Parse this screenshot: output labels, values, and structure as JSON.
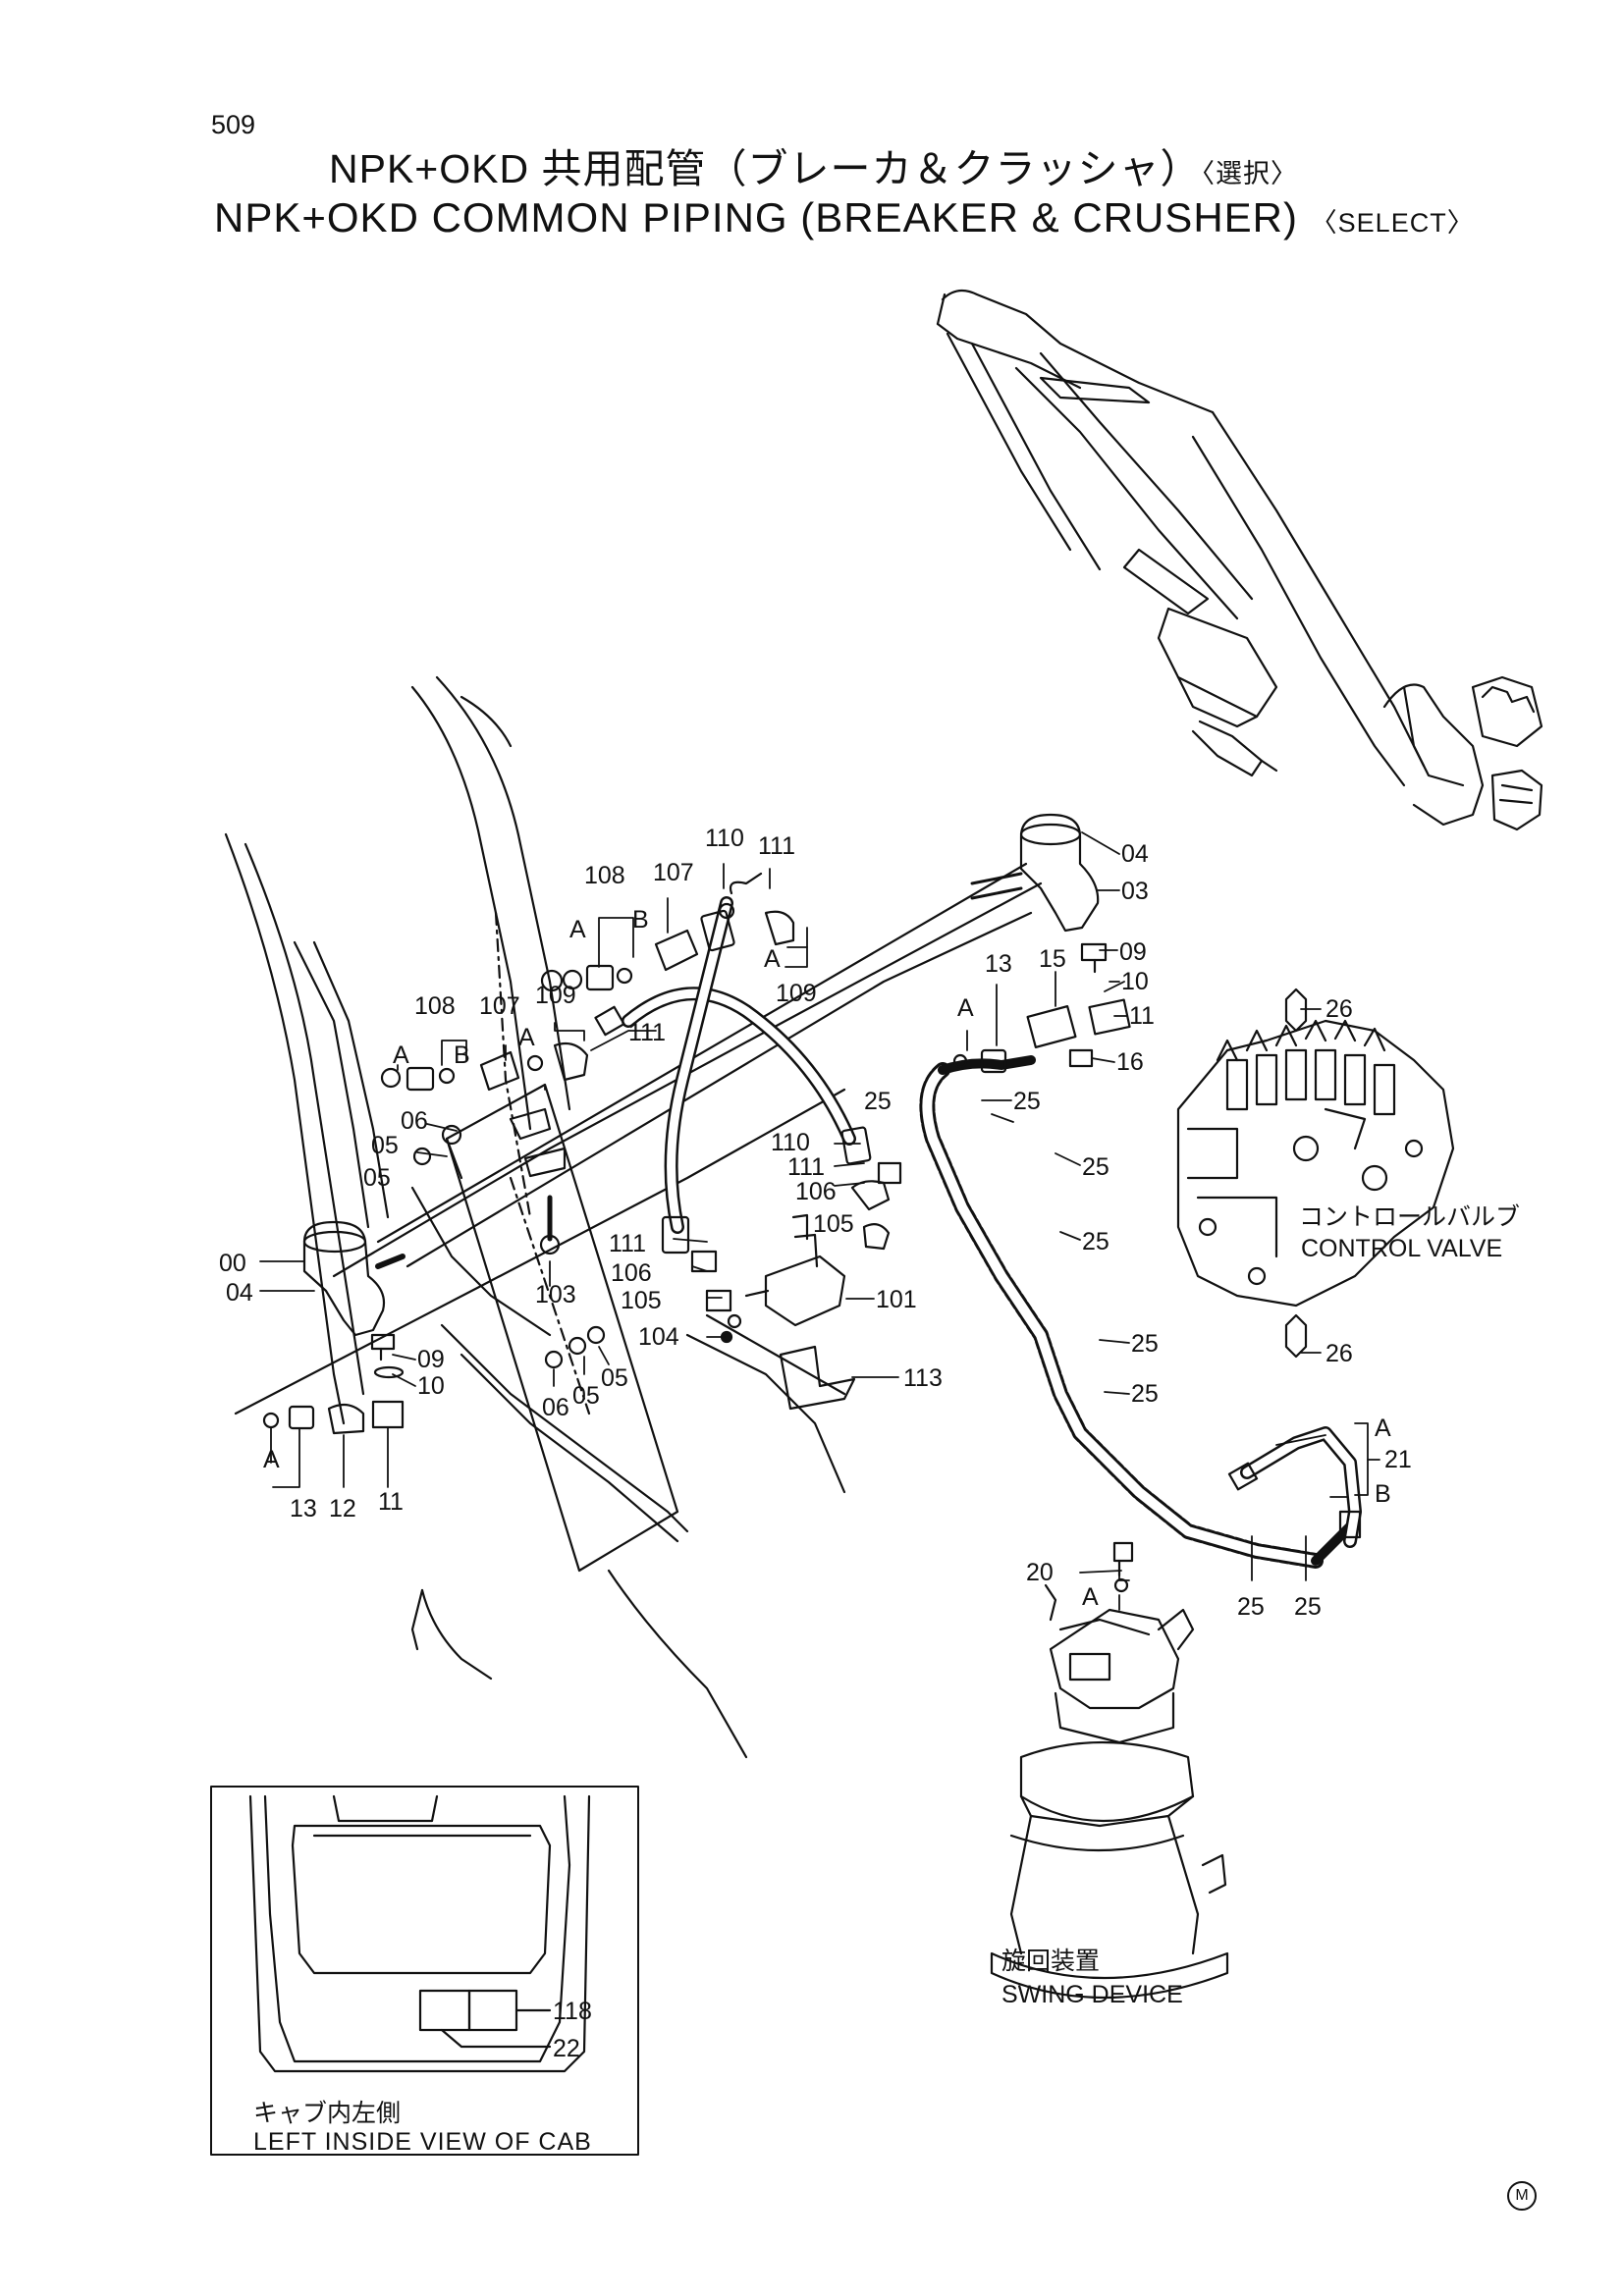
{
  "page": {
    "number": "509"
  },
  "title": {
    "jp_main": "NPK+OKD 共用配管（ブレーカ＆クラッシャ）",
    "jp_select": "〈選択〉",
    "en_main": "NPK+OKD COMMON PIPING (BREAKER & CRUSHER)",
    "en_select": "〈SELECT〉"
  },
  "captions": {
    "control_valve_jp": "コントロールバルブ",
    "control_valve_en": "CONTROL VALVE",
    "swing_device_jp": "旋回装置",
    "swing_device_en": "SWING DEVICE",
    "cab_jp": "キャブ内左側",
    "cab_en": "LEFT INSIDE VIEW OF CAB"
  },
  "callouts": {
    "c110": "110",
    "c111a": "111",
    "c108a": "108",
    "c107a": "107",
    "cAa": "A",
    "cBa": "B",
    "cAb": "A",
    "c109a": "109",
    "c108b": "108",
    "c107b": "107",
    "c109b": "109",
    "cAc": "A",
    "cBb": "B",
    "cAd": "A",
    "c111b": "111",
    "c04a": "04",
    "c03": "03",
    "c09a": "09",
    "c10a": "10",
    "c13a": "13",
    "c15": "15",
    "cAe": "A",
    "c11a": "11",
    "c16": "16",
    "c26a": "26",
    "c25a": "25",
    "c25b": "25",
    "c25c": "25",
    "c25d": "25",
    "c25e": "25",
    "c25f": "25",
    "c25g": "25",
    "c25h": "25",
    "c06a": "06",
    "c05a": "05",
    "c05b": "05",
    "c110b": "110",
    "c111c": "111",
    "c106a": "106",
    "c105a": "105",
    "c111d": "111",
    "c106b": "106",
    "c105b": "105",
    "c101": "101",
    "c104": "104",
    "c103": "103",
    "c00": "00",
    "c04b": "04",
    "c09b": "09",
    "c10b": "10",
    "c06b": "06",
    "c05c": "05",
    "c05d": "05",
    "c113": "113",
    "cAf": "A",
    "c13b": "13",
    "c12": "12",
    "c11b": "11",
    "c26b": "26",
    "cAg": "A",
    "cBc": "B",
    "c21": "21",
    "c20": "20",
    "cAh": "A",
    "c118": "118",
    "c22": "22"
  },
  "mark": "M"
}
